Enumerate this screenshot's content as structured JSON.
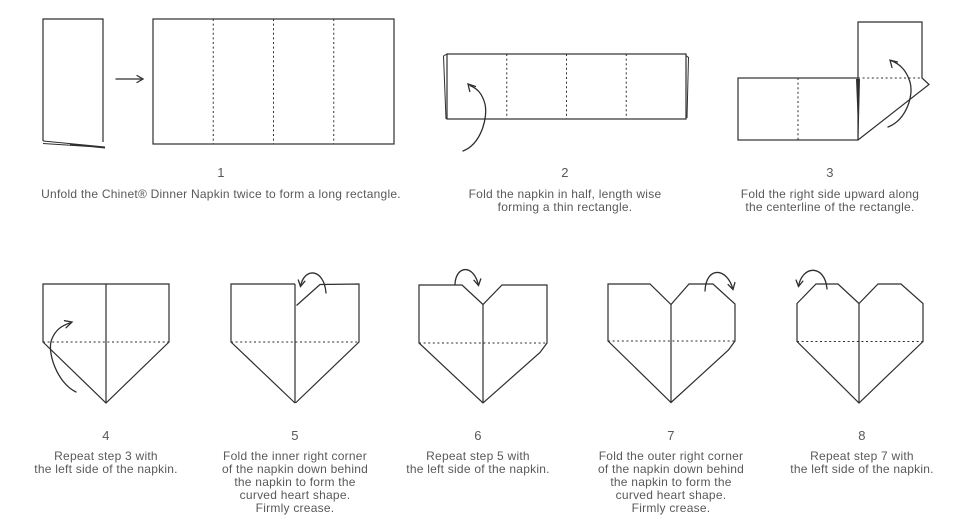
{
  "colors": {
    "background": "#ffffff",
    "line": "#2e2e30",
    "text": "#58595b"
  },
  "steps": [
    {
      "number": "1",
      "caption": "Unfold the Chinet® Dinner Napkin twice to form a long rectangle."
    },
    {
      "number": "2",
      "caption": "Fold the napkin in half, length wise\nforming a thin rectangle."
    },
    {
      "number": "3",
      "caption": "Fold the right side upward along\nthe centerline of the rectangle."
    },
    {
      "number": "4",
      "caption": "Repeat step 3 with\nthe left side of the napkin."
    },
    {
      "number": "5",
      "caption": "Fold the inner right corner\nof the napkin down behind\nthe napkin to form the\ncurved heart shape.\nFirmly crease."
    },
    {
      "number": "6",
      "caption": "Repeat step 5 with\nthe left side of the napkin."
    },
    {
      "number": "7",
      "caption": "Fold the outer right corner\nof the napkin down behind\nthe napkin to form the\ncurved heart shape.\nFirmly crease."
    },
    {
      "number": "8",
      "caption": "Repeat step 7 with\nthe left side of the napkin."
    }
  ]
}
